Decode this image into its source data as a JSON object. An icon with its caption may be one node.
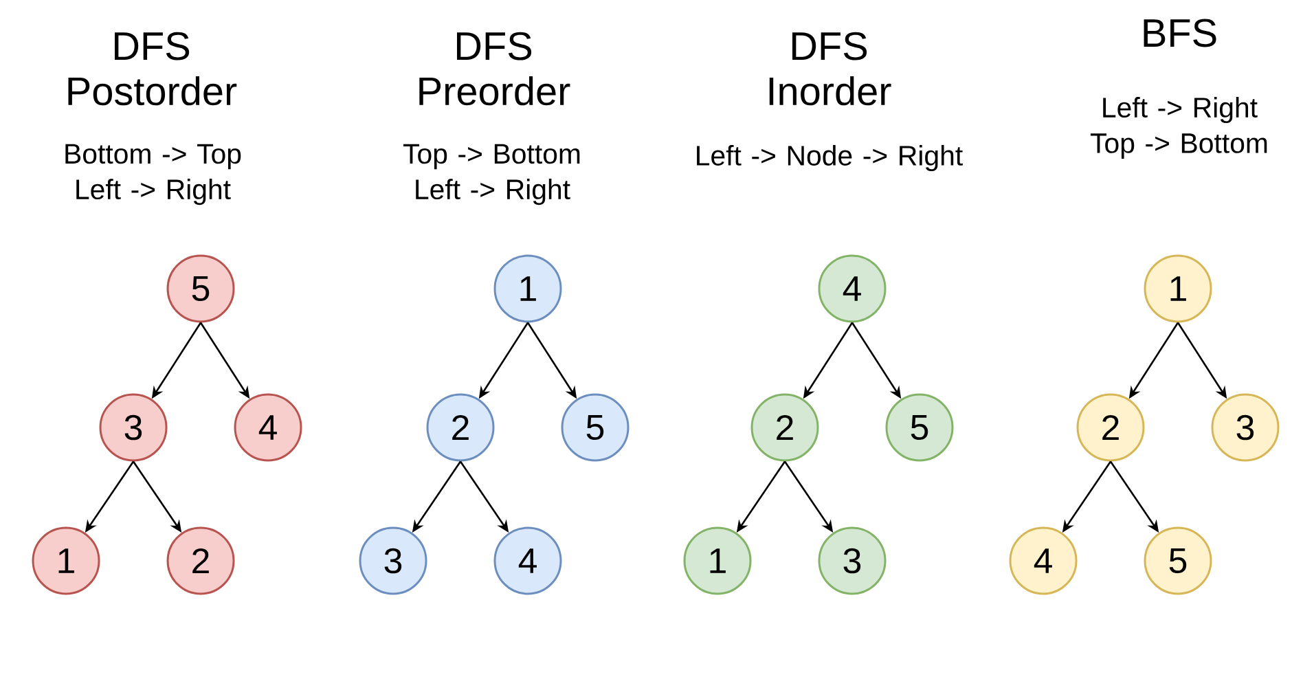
{
  "diagram": {
    "nodes": [
      {
        "text": [
          "5"
        ]
      },
      {
        "text": [
          "3"
        ]
      },
      {
        "text": [
          "4"
        ]
      },
      {
        "text": [
          "1"
        ]
      },
      {
        "text": [
          "2"
        ]
      },
      {
        "text": [
          "1"
        ]
      },
      {
        "text": [
          "2"
        ]
      },
      {
        "text": [
          "5"
        ]
      },
      {
        "text": [
          "3"
        ]
      },
      {
        "text": [
          "4"
        ]
      },
      {
        "text": [
          "4"
        ]
      },
      {
        "text": [
          "2"
        ]
      },
      {
        "text": [
          "5"
        ]
      },
      {
        "text": [
          "1"
        ]
      },
      {
        "text": [
          "3"
        ]
      },
      {
        "text": [
          "1"
        ]
      },
      {
        "text": [
          "2"
        ]
      },
      {
        "text": [
          "3"
        ]
      },
      {
        "text": [
          "4"
        ]
      },
      {
        "text": [
          "5"
        ]
      }
    ],
    "edges": [
      {
        "from": 0,
        "to": 1,
        "arrow": "to"
      },
      {
        "from": 0,
        "to": 2,
        "arrow": "to"
      },
      {
        "from": 1,
        "to": 3,
        "arrow": "to"
      },
      {
        "from": 1,
        "to": 4,
        "arrow": "to"
      },
      {
        "from": 5,
        "to": 6,
        "arrow": "to"
      },
      {
        "from": 5,
        "to": 7,
        "arrow": "to"
      },
      {
        "from": 6,
        "to": 8,
        "arrow": "to"
      },
      {
        "from": 6,
        "to": 9,
        "arrow": "to"
      },
      {
        "from": 10,
        "to": 11,
        "arrow": "to"
      },
      {
        "from": 10,
        "to": 12,
        "arrow": "to"
      },
      {
        "from": 11,
        "to": 13,
        "arrow": "to"
      },
      {
        "from": 11,
        "to": 14,
        "arrow": "to"
      },
      {
        "from": 15,
        "to": 16,
        "arrow": "to"
      },
      {
        "from": 15,
        "to": 17,
        "arrow": "to"
      },
      {
        "from": 16,
        "to": 18,
        "arrow": "to"
      },
      {
        "from": 16,
        "to": 19,
        "arrow": "to"
      }
    ],
    "labels": [
      "DFS Postorder",
      "Bottom -> Top Left -> Right",
      "DFS Preorder",
      "Top -> Bottom Left -> Right",
      "DFS Inorder",
      "Left -> Node -> Right",
      "BFS",
      "Left -> Right Top -> Bottom"
    ]
  }
}
